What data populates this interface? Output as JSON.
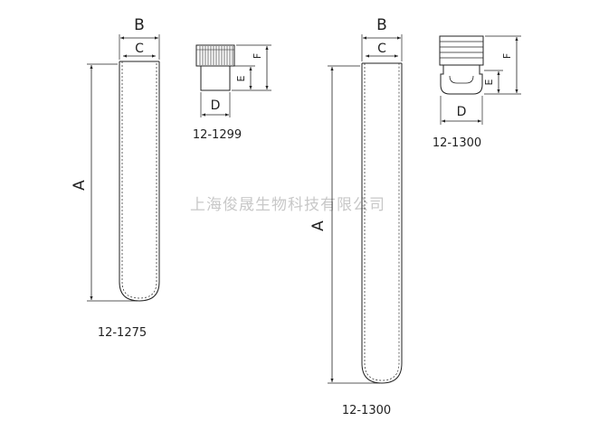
{
  "diagram": {
    "watermark": "上海俊晟生物科技有限公司",
    "tube_1": {
      "code": "12-1275",
      "dim_outer_width": "B",
      "dim_inner_width": "C",
      "dim_length": "A"
    },
    "cap_1": {
      "code": "12-1299",
      "dim_diameter": "D",
      "dim_insert_height": "E",
      "dim_total_height": "F"
    },
    "tube_2": {
      "code": "12-1300",
      "dim_outer_width": "B",
      "dim_inner_width": "C",
      "dim_length": "A"
    },
    "cap_2": {
      "code": "12-1300",
      "dim_diameter": "D",
      "dim_insert_height": "E",
      "dim_total_height": "F"
    }
  }
}
